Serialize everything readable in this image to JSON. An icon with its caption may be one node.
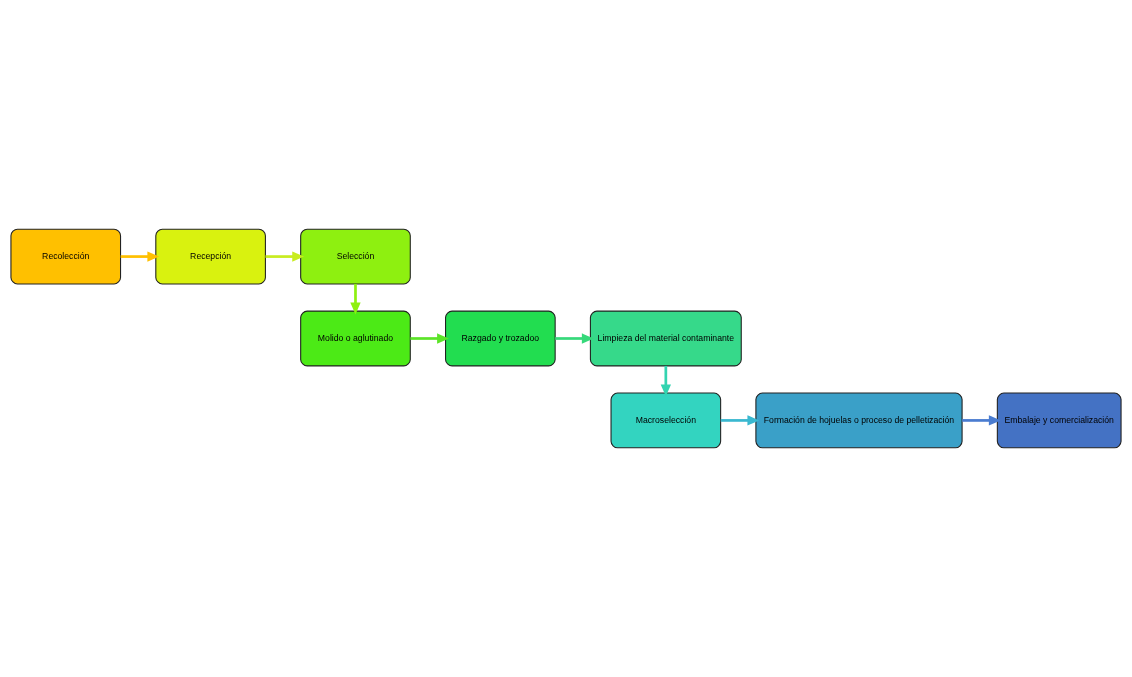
{
  "diagram": {
    "nodes": [
      {
        "text": [
          "Recolección"
        ]
      },
      {
        "text": [
          "Recepción"
        ]
      },
      {
        "text": [
          "Selección"
        ]
      },
      {
        "text": [
          "Limpieza del material contaminante"
        ]
      },
      {
        "text": [
          "Razgado y trozadoo"
        ]
      },
      {
        "text": [
          "Molido o aglutinado"
        ]
      },
      {
        "text": [
          "Macroselección"
        ]
      },
      {
        "text": [
          "Formación de hojuelas o proceso de pelletización"
        ]
      },
      {
        "text": [
          "Embalaje y comercialización"
        ]
      }
    ],
    "edges": [
      {
        "from": 0,
        "to": 1,
        "arrow": "to",
        "color": "#ffc000"
      },
      {
        "from": 1,
        "to": 2,
        "arrow": "to",
        "color": "#c8ec20"
      },
      {
        "from": 2,
        "to": 5,
        "arrow": "to",
        "color": "#8ef010"
      },
      {
        "from": 5,
        "to": 4,
        "arrow": "to",
        "color": "#5ce428"
      },
      {
        "from": 4,
        "to": 3,
        "arrow": "to",
        "color": "#36d97a"
      },
      {
        "from": 3,
        "to": 6,
        "arrow": "to",
        "color": "#33d4b0"
      },
      {
        "from": 6,
        "to": 7,
        "arrow": "to",
        "color": "#3ab8d0"
      },
      {
        "from": 7,
        "to": 8,
        "arrow": "to",
        "color": "#4a7cd0"
      }
    ]
  }
}
